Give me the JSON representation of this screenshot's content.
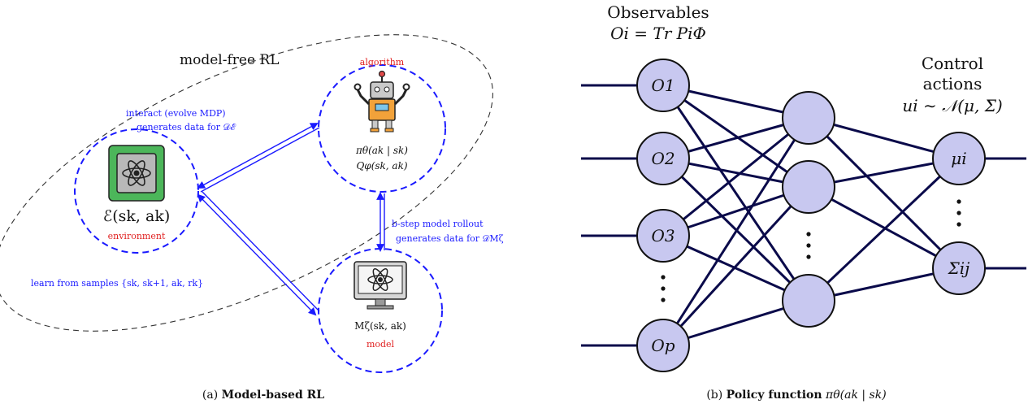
{
  "colors": {
    "blue_link": "#1a1aff",
    "red_label": "#e02020",
    "navy_edge": "#0a0a4a",
    "node_fill": "#c8c8f0",
    "text": "#111111",
    "dashed": "#333333"
  },
  "panel_a": {
    "caption_prefix": "(a)",
    "caption_bold": "Model-based RL",
    "model_free_label": "model-free RL",
    "algorithm": {
      "label": "algorithm",
      "icon": "robot-icon",
      "policy": "πθ(ak | sk)",
      "qfunc": "Qφ(sk, ak)"
    },
    "environment": {
      "label": "environment",
      "icon": "atom-chip-icon",
      "expr": "ℰ(sk, ak)"
    },
    "model": {
      "label": "model",
      "icon": "atom-monitor-icon",
      "expr": "Mζ(sk, ak)"
    },
    "interact_line1": "interact (evolve MDP)",
    "interact_line2": "generates data for 𝒟ℰ",
    "rollout_line1": "b-step model rollout",
    "rollout_line2": "generates data for 𝒟Mζ",
    "learn_label": "learn from samples {sk, sk+1, ak, rk}"
  },
  "panel_b": {
    "caption_prefix": "(b)",
    "caption_bold": "Policy function",
    "caption_math": "πθ(ak | sk)",
    "observables_title": "Observables",
    "observables_formula": "Oi = Tr PiΦ",
    "control_title_1": "Control",
    "control_title_2": "actions",
    "control_formula": "ui ∼ 𝒩(μ, Σ)",
    "inputs": [
      "O1",
      "O2",
      "O3",
      "Op"
    ],
    "outputs": [
      "μi",
      "Σij"
    ],
    "dots": "⋮"
  }
}
